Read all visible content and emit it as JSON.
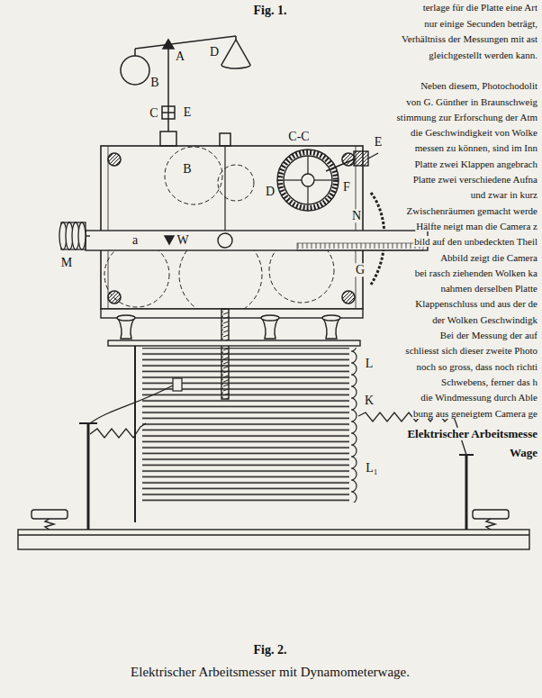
{
  "diagram": {
    "caption": "Elektrischer Arbeitsmesser mit Dynamometerwage.",
    "labels": [
      "Fig. 1.",
      "A",
      "B",
      "D",
      "C",
      "E",
      "B",
      "C-C",
      "D",
      "F",
      "E",
      "a",
      "W",
      "N",
      "M",
      "G",
      "L",
      "K",
      "L₁",
      "Fig. 2.",
      "terlage für die Platte eine Art",
      "nur einige Secunden beträgt,",
      "Verhältniss der Messungen mit ast",
      "gleichgestellt werden kann.",
      "Neben diesem, Photochodolit",
      "von G. Günther in Braunschweig",
      "stimmung zur Erforschung der Atm",
      "die Geschwindigkeit von Wolke",
      "messen zu können, sind im Inn",
      "Platte zwei Klappen angebrach",
      "Platte zwei verschiedene Aufna",
      "und zwar in kurz",
      "Zwischenräumen gemacht werde",
      "Hälfte neigt man die Camera z",
      "bild auf den unbedeckten Theil",
      "Abbild zeigt die Camera",
      "bei rasch ziehenden Wolken ka",
      "nahmen derselben Platte",
      "Klappenschluss und aus der de",
      "der Wolken Geschwindigk",
      "Bei der Messung der auf",
      "schliesst sich dieser zweite Photo",
      "noch so gross, dass noch richti",
      "Schwebens, ferner das h",
      "die Windmessung durch Able",
      "bung aus geneigtem Camera ge",
      "Elektrischer Arbeitsmesse",
      "Wage"
    ]
  }
}
